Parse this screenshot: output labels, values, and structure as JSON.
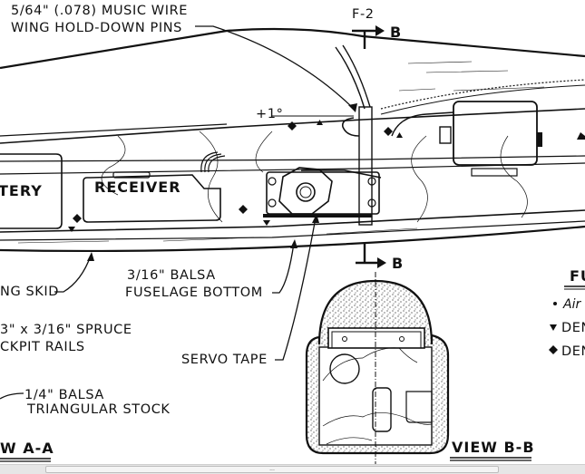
{
  "drawing": {
    "callouts": {
      "music_wire_line1": "5/64\" (.078)  MUSIC WIRE",
      "music_wire_line2": "WING  HOLD-DOWN  PINS",
      "former_label": "F-2",
      "section_arrow_top": "B",
      "section_arrow_bottom": "B",
      "angle": "+1°",
      "battery": "TERY",
      "receiver": "RECEIVER",
      "landing_skid": "NG  SKID",
      "balsa_bottom_line1": "3/16\"  BALSA",
      "balsa_bottom_line2": "FUSELAGE  BOTTOM",
      "spruce_line1": "3\" x 3/16\"  SPRUCE",
      "spruce_line2": "CKPIT  RAILS",
      "servo_tape": "SERVO  TAPE",
      "triangular_line1": "1/4\"  BALSA",
      "triangular_line2": "TRIANGULAR  STOCK"
    },
    "views": {
      "view_aa": "W  A-A",
      "view_bb": "VIEW  B-B"
    },
    "legend": {
      "title": "FU",
      "items": [
        {
          "symbol": "dot",
          "label": "Air"
        },
        {
          "symbol": "triangle-down",
          "label": "DEN"
        },
        {
          "symbol": "diamond",
          "label": "DEN"
        }
      ]
    }
  },
  "scrollbar": {
    "grip": "..."
  },
  "colors": {
    "ink": "#111111",
    "paper": "#ffffff",
    "scroll_track": "#e6e6e6"
  }
}
